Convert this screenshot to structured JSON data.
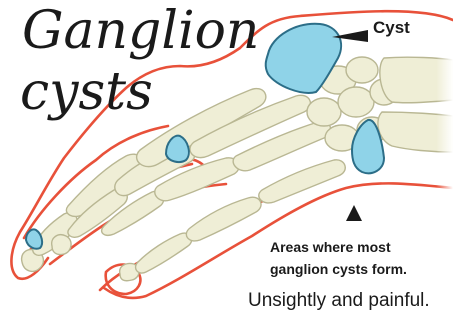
{
  "title": {
    "line1": "Ganglion",
    "line2": "cysts"
  },
  "labels": {
    "cyst": "Cyst",
    "areas_line1": "Areas where most",
    "areas_line2": "ganglion cysts form."
  },
  "caption": "Unsightly and painful.",
  "colors": {
    "bone_fill": "#efeed6",
    "bone_stroke": "#b9b793",
    "skin_outline": "#e8513a",
    "cyst_fill": "#8fd3e8",
    "cyst_stroke": "#2c6e88",
    "text": "#1a1a1a"
  }
}
